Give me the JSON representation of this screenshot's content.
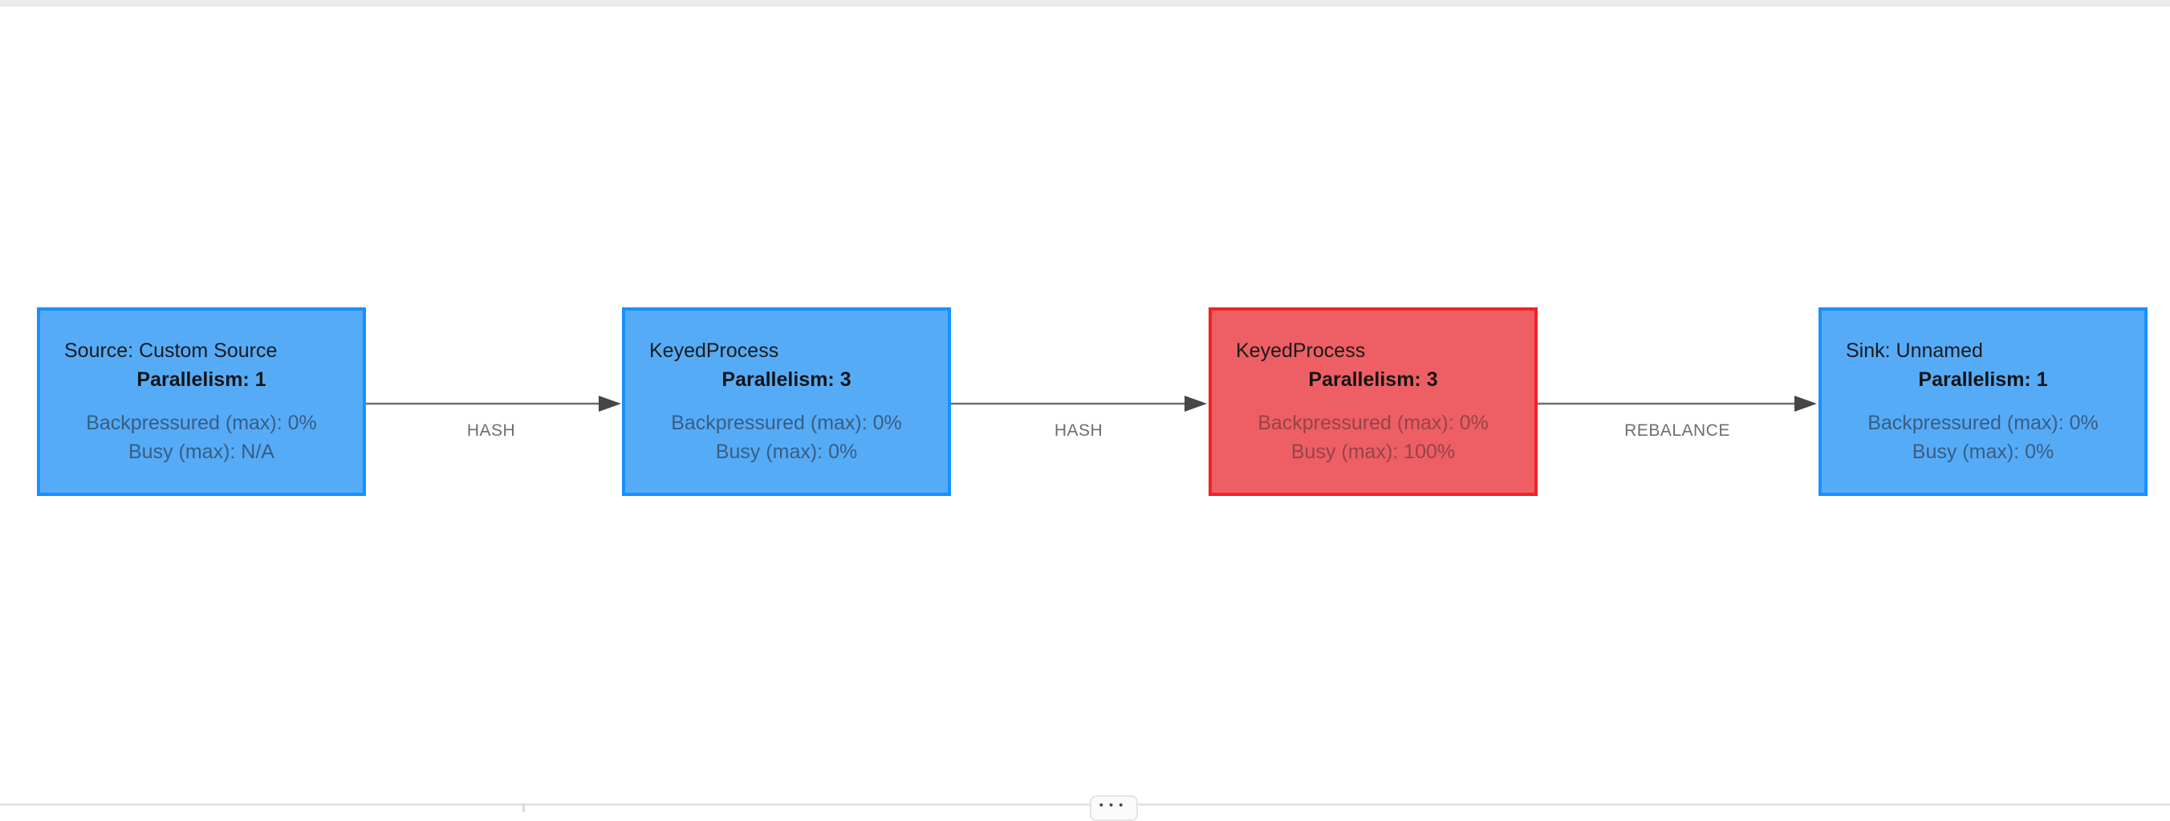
{
  "graph": {
    "nodes": [
      {
        "title": "Source: Custom Source",
        "parallelism": "Parallelism: 1",
        "backpressured": "Backpressured (max): 0%",
        "busy": "Busy (max): N/A",
        "state": "blue"
      },
      {
        "title": "KeyedProcess",
        "parallelism": "Parallelism: 3",
        "backpressured": "Backpressured (max): 0%",
        "busy": "Busy (max): 0%",
        "state": "blue"
      },
      {
        "title": "KeyedProcess",
        "parallelism": "Parallelism: 3",
        "backpressured": "Backpressured (max): 0%",
        "busy": "Busy (max): 100%",
        "state": "red"
      },
      {
        "title": "Sink: Unnamed",
        "parallelism": "Parallelism: 1",
        "backpressured": "Backpressured (max): 0%",
        "busy": "Busy (max): 0%",
        "state": "blue"
      }
    ],
    "edges": [
      {
        "label": "HASH"
      },
      {
        "label": "HASH"
      },
      {
        "label": "REBALANCE"
      }
    ]
  },
  "colors": {
    "node_blue_fill": "#56abf7",
    "node_blue_border": "#1890ff",
    "node_red_fill": "#ed5f64",
    "node_red_border": "#f12227",
    "node_title_text": "#1a1a1a",
    "node_metric_text_on_blue": "#375e82",
    "node_metric_text_on_red": "#97434a",
    "edge_line": "#6f6f6f",
    "edge_arrowhead": "#464646",
    "edge_label_text": "#6e6e6e",
    "divider": "#e3e3e3"
  },
  "splitter": {
    "handle_dots": "•••"
  }
}
